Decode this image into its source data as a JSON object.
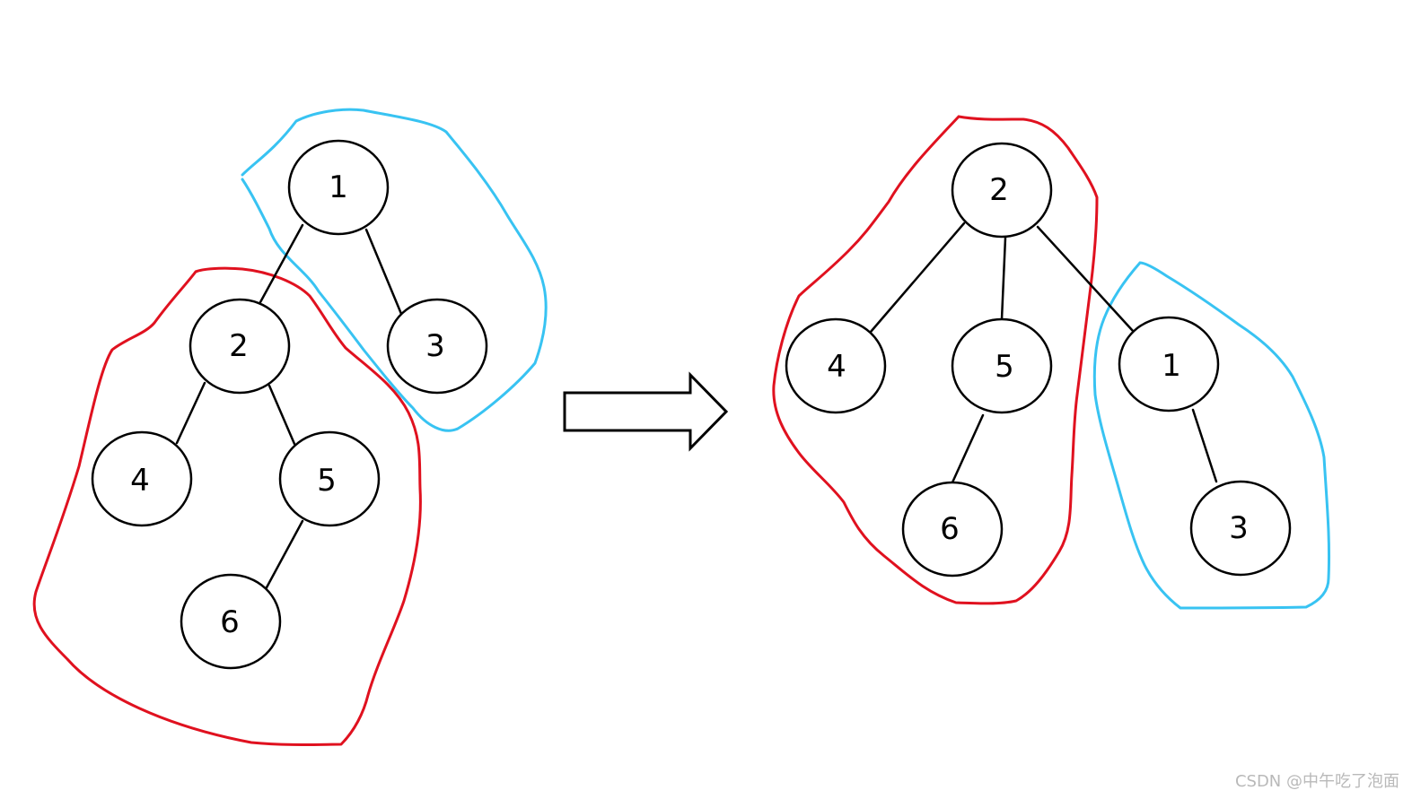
{
  "diagram": {
    "colors": {
      "red_group": "#e0111f",
      "blue_group": "#38c3f2",
      "stroke": "#000000"
    },
    "left_tree": {
      "nodes": [
        "1",
        "3",
        "2",
        "4",
        "5",
        "6"
      ],
      "edges": [
        [
          "1",
          "2"
        ],
        [
          "1",
          "3"
        ],
        [
          "2",
          "4"
        ],
        [
          "2",
          "5"
        ],
        [
          "5",
          "6"
        ]
      ]
    },
    "right_tree": {
      "nodes": [
        "2",
        "4",
        "5",
        "6",
        "1",
        "3"
      ],
      "edges": [
        [
          "2",
          "4"
        ],
        [
          "2",
          "5"
        ],
        [
          "2",
          "1"
        ],
        [
          "5",
          "6"
        ],
        [
          "1",
          "3"
        ]
      ]
    }
  },
  "watermark": "CSDN @中午吃了泡面"
}
